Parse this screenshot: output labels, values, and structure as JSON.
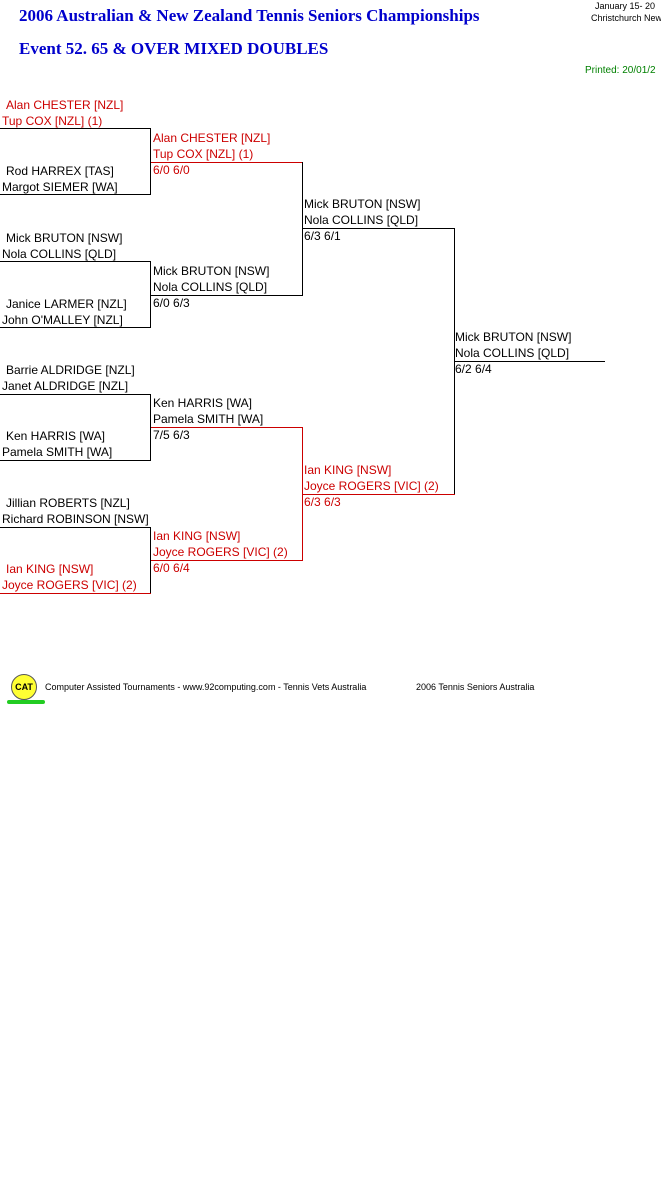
{
  "header": {
    "title": "2006 Australian & New Zealand Tennis Seniors Championships",
    "event": "Event 52. 65 & OVER MIXED DOUBLES",
    "dates": "January 15- 20",
    "location": "Christchurch New",
    "printed": "Printed: 20/01/2"
  },
  "round1": [
    {
      "p1": "Alan CHESTER [NZL]",
      "p2": "Tup COX [NZL] (1)"
    },
    {
      "p1": "Rod HARREX [TAS]",
      "p2": "Margot SIEMER [WA]"
    },
    {
      "p1": "Mick BRUTON [NSW]",
      "p2": "Nola COLLINS [QLD]"
    },
    {
      "p1": "Janice LARMER [NZL]",
      "p2": "John O'MALLEY [NZL]"
    },
    {
      "p1": "Barrie ALDRIDGE [NZL]",
      "p2": "Janet ALDRIDGE [NZL]"
    },
    {
      "p1": "Ken HARRIS [WA]",
      "p2": "Pamela SMITH [WA]"
    },
    {
      "p1": "Jillian ROBERTS [NZL]",
      "p2": "Richard ROBINSON [NSW]"
    },
    {
      "p1": "Ian KING [NSW]",
      "p2": "Joyce ROGERS [VIC] (2)"
    }
  ],
  "round2": [
    {
      "p1": "Alan CHESTER [NZL]",
      "p2": "Tup COX [NZL] (1)",
      "score": "6/0 6/0"
    },
    {
      "p1": "Mick BRUTON [NSW]",
      "p2": "Nola COLLINS [QLD]",
      "score": "6/0 6/3"
    },
    {
      "p1": "Ken HARRIS [WA]",
      "p2": "Pamela SMITH [WA]",
      "score": "7/5 6/3"
    },
    {
      "p1": "Ian KING [NSW]",
      "p2": "Joyce ROGERS [VIC] (2)",
      "score": "6/0 6/4"
    }
  ],
  "round3": [
    {
      "p1": "Mick BRUTON [NSW]",
      "p2": "Nola COLLINS [QLD]",
      "score": "6/3 6/1"
    },
    {
      "p1": "Ian KING [NSW]",
      "p2": "Joyce ROGERS [VIC] (2)",
      "score": "6/3 6/3"
    }
  ],
  "final": {
    "p1": "Mick BRUTON [NSW]",
    "p2": "Nola COLLINS [QLD]",
    "score": "6/2 6/4"
  },
  "footer": {
    "badge": "CAT",
    "credit": "Computer Assisted Tournaments - www.92computing.com -  Tennis Vets Australia",
    "copyright": "2006 Tennis Seniors Australia"
  },
  "colors": {
    "title": "#0000cc",
    "seed_red": "#cc0000",
    "printed_green": "#008000",
    "badge_yellow": "#ffff33"
  }
}
